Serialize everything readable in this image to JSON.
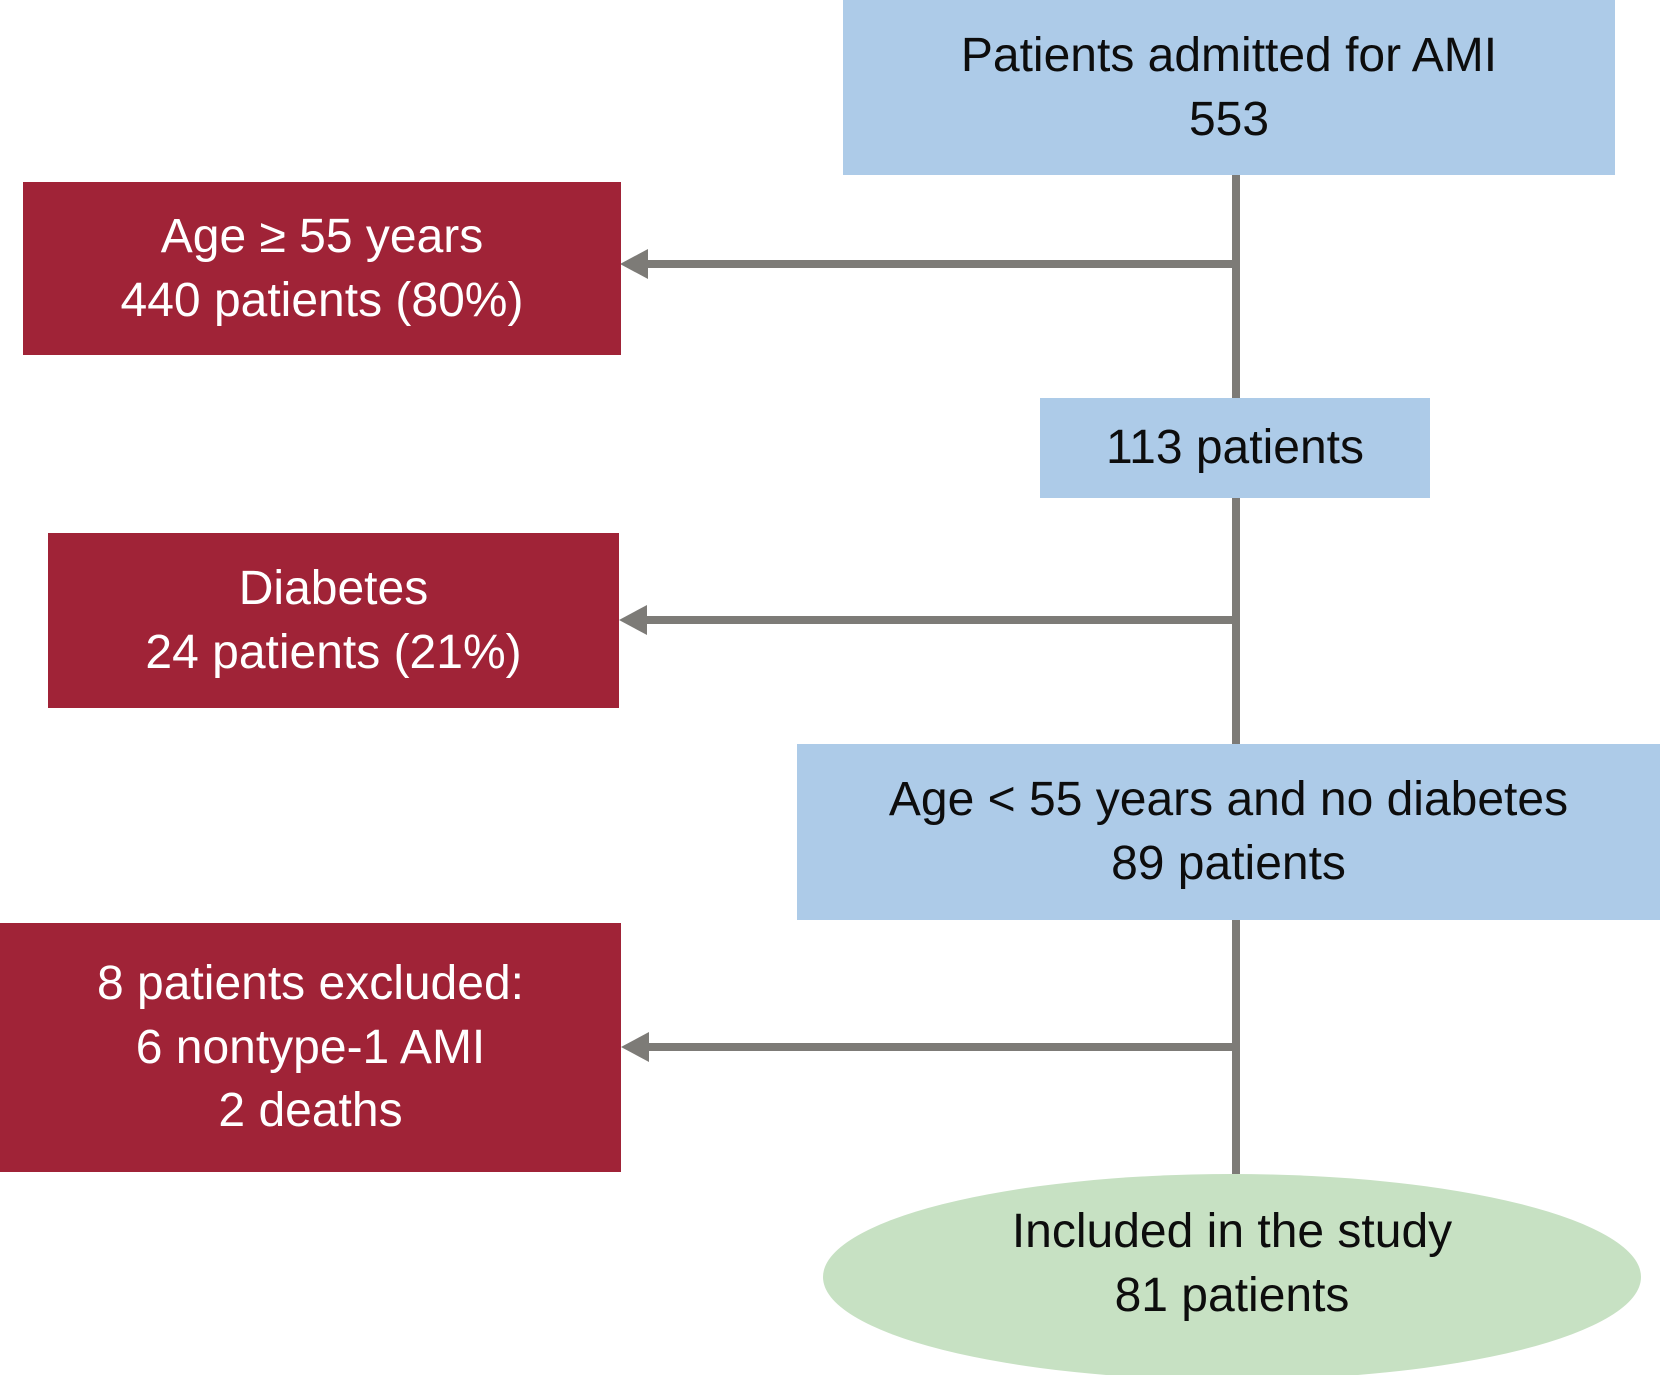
{
  "nodes": {
    "admitted": {
      "lines": [
        "Patients admitted for AMI",
        "553"
      ]
    },
    "age_ge_55": {
      "lines": [
        "Age ≥ 55 years",
        "440 patients (80%)"
      ]
    },
    "patients_113": {
      "lines": [
        "113 patients"
      ]
    },
    "diabetes": {
      "lines": [
        "Diabetes",
        "24 patients (21%)"
      ]
    },
    "age_lt_55": {
      "lines": [
        "Age < 55 years and no diabetes",
        "89 patients"
      ]
    },
    "excluded": {
      "lines": [
        "8 patients excluded:",
        "6 nontype-1 AMI",
        "2 deaths"
      ]
    },
    "included": {
      "lines": [
        "Included in the study",
        "81 patients"
      ]
    }
  },
  "colors": {
    "box_blue": "#adcbe8",
    "box_red": "#a02337",
    "ellipse_green": "#c7e1c3",
    "line_gray": "#7d7b77"
  }
}
